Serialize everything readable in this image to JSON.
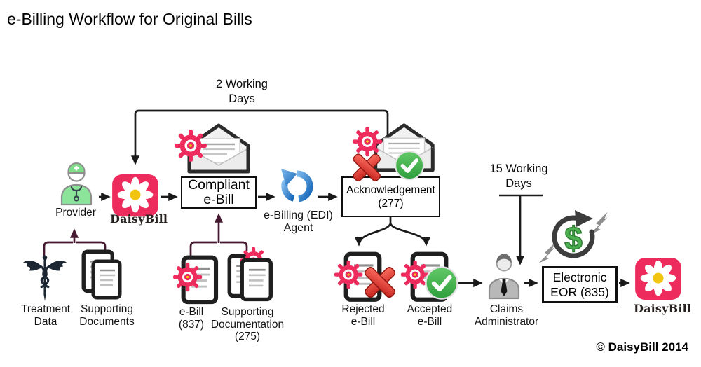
{
  "title": "e-Billing Workflow for Original Bills",
  "annotations": {
    "loop_label": "2 Working\nDays",
    "sla_label": "15 Working\nDays"
  },
  "nodes": {
    "provider": "Provider",
    "daisybill_left": "DaisyBill",
    "compliant_ebill": "Compliant\ne-Bill",
    "edi_agent": "e-Billing (EDI)\nAgent",
    "acknowledgement": "Acknowledgement\n(277)",
    "rejected_ebill": "Rejected\ne-Bill",
    "accepted_ebill": "Accepted\ne-Bill",
    "claims_admin": "Claims\nAdministrator",
    "electronic_eor": "Electronic\nEOR (835)",
    "daisybill_right": "DaisyBill",
    "treatment_data": "Treatment\nData",
    "supporting_documents": "Supporting\nDocuments",
    "ebill_837": "e-Bill\n(837)",
    "supporting_documentation": "Supporting\nDocumentation\n(275)"
  },
  "icons": {
    "dollar_glyph": "$"
  },
  "footer": {
    "copyright": "© DaisyBill 2014"
  },
  "colors": {
    "brand_pink": "#ED2B5C",
    "daisy_center_yellow": "#F2C40F",
    "connector_maroon": "#451A31",
    "flow_black": "#1A1A1A",
    "success_green": "#3FAE4A",
    "error_red": "#D93A2B",
    "edi_blue": "#1E6FC0",
    "provider_green": "#8CE39A",
    "money_green": "#4CAF50"
  }
}
